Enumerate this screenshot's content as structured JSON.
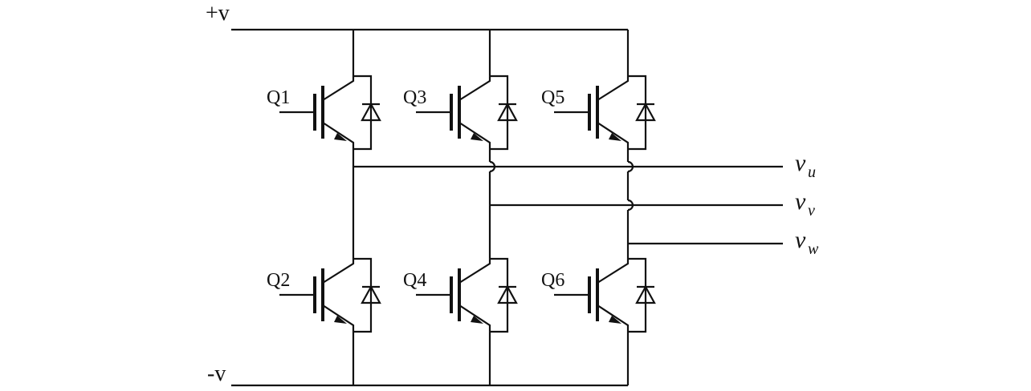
{
  "rails": {
    "positive_label": "+v",
    "negative_label": "-v"
  },
  "transistors": [
    {
      "label": "Q1"
    },
    {
      "label": "Q3"
    },
    {
      "label": "Q5"
    },
    {
      "label": "Q2"
    },
    {
      "label": "Q4"
    },
    {
      "label": "Q6"
    }
  ],
  "outputs": [
    {
      "main": "v",
      "sub": "u"
    },
    {
      "main": "v",
      "sub": "v"
    },
    {
      "main": "v",
      "sub": "w"
    }
  ],
  "colors": {
    "line": "#111111",
    "background": "#ffffff"
  }
}
